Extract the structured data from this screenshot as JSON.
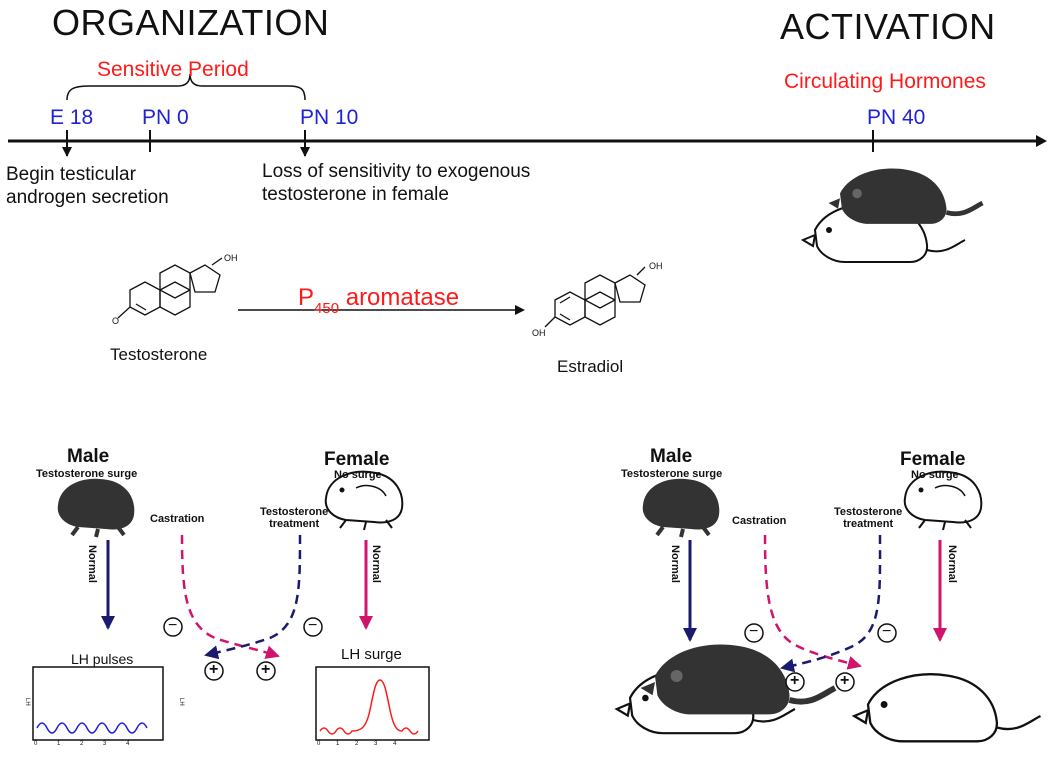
{
  "headings": {
    "organization": "ORGANIZATION",
    "activation": "ACTIVATION"
  },
  "timeline": {
    "sensitive_period": "Sensitive Period",
    "circulating_hormones": "Circulating Hormones",
    "ticks": [
      "E 18",
      "PN 0",
      "PN 10",
      "PN 40"
    ],
    "notes": {
      "e18": [
        "Begin testicular",
        "androgen secretion"
      ],
      "pn10": [
        "Loss of sensitivity to exogenous",
        "testosterone in female"
      ]
    }
  },
  "reaction": {
    "substrate": "Testosterone",
    "product": "Estradiol",
    "enzyme_main": "P",
    "enzyme_sub": "450",
    "enzyme_rest": " aromatase",
    "oh": "OH",
    "o": "O"
  },
  "panels": {
    "male": "Male",
    "female": "Female",
    "male_sub": "Testosterone surge",
    "female_sub": "No surge",
    "castration": "Castration",
    "treatment": [
      "Testosterone",
      "treatment"
    ],
    "normal": "Normal",
    "minus": "−",
    "plus": "+",
    "lh_pulses": "LH pulses",
    "lh_surge": "LH surge",
    "lh_axis": "LH",
    "x_ticks": [
      "0",
      "1",
      "2",
      "3",
      "4"
    ]
  },
  "colors": {
    "red": "#ff1a1a",
    "blue": "#1f22d6",
    "navy": "#1a1a6e",
    "magenta": "#d0146e",
    "body": "#333333"
  }
}
